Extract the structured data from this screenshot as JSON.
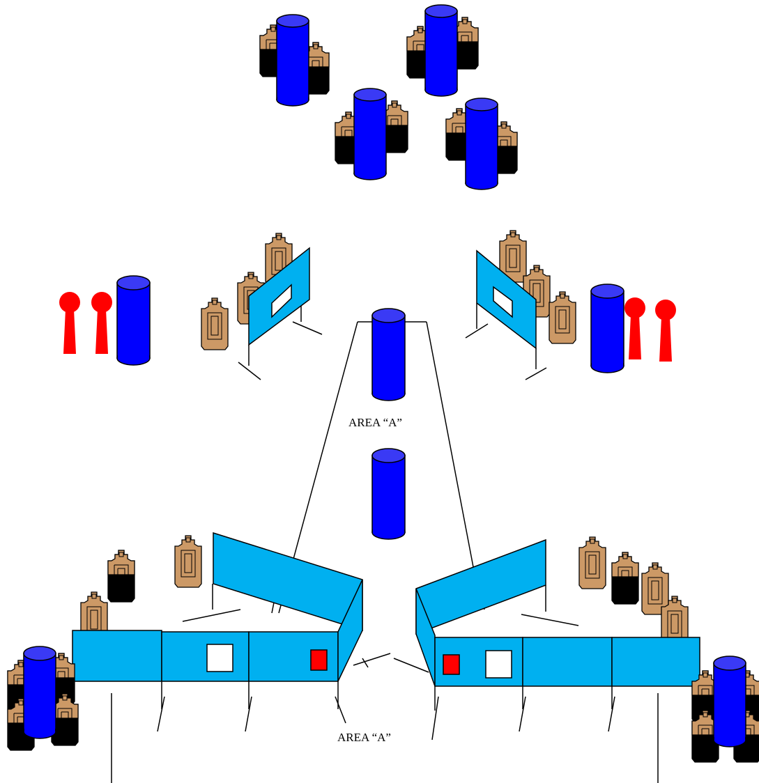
{
  "labels": {
    "area_upper": "AREA “A”",
    "area_lower": "AREA “A”"
  },
  "colors": {
    "barrel": "#0000ff",
    "barrel_top": "#3a3af5",
    "wall": "#00b0f0",
    "target_tan": "#cc9966",
    "target_black": "#000000",
    "steel_popper": "#ff0000",
    "no_shoot_white": "#ffffff",
    "no_shoot_red": "#ff0000",
    "line": "#000000"
  },
  "elements": {
    "barrel": "blue-barrel-icon",
    "cardboard_target": "cardboard-target-icon",
    "no_shoot_target": "no-shoot-target-icon",
    "steel_popper": "steel-popper-icon",
    "wall_panel": "wall-panel",
    "port_window": "port-window"
  }
}
